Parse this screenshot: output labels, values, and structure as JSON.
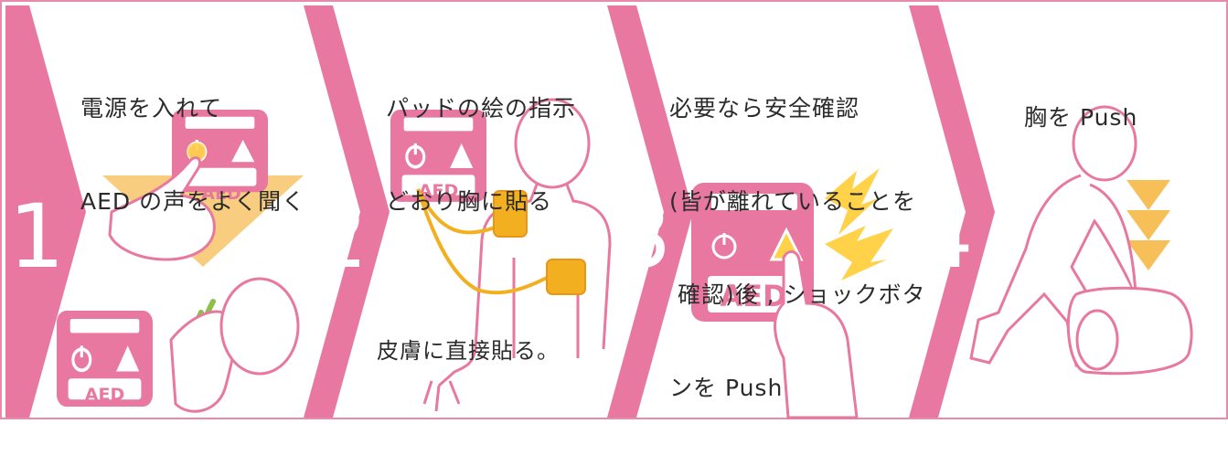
{
  "steps": [
    {
      "number": "1",
      "lines": [
        "電源を入れて",
        "AED の声をよく聞く"
      ]
    },
    {
      "number": "2",
      "lines": [
        "パッドの絵の指示",
        "どおり胸に貼る"
      ],
      "note": "皮膚に直接貼る。"
    },
    {
      "number": "3",
      "lines": [
        "必要なら安全確認",
        "(皆が離れていることを",
        " 確認)後 , ショックボタ",
        "ンを Push"
      ]
    },
    {
      "number": "4",
      "lines": [
        "胸を Push"
      ]
    }
  ],
  "device": {
    "label": "AED"
  },
  "icons": [
    "power-icon",
    "lightning-warning-icon"
  ],
  "colors": {
    "pink": "#e8789f",
    "light_pink": "#f6c6d6",
    "orange": "#f2b020",
    "yellow": "#ffd24a",
    "green": "#8cc04a",
    "frame": "#e88aaa"
  }
}
